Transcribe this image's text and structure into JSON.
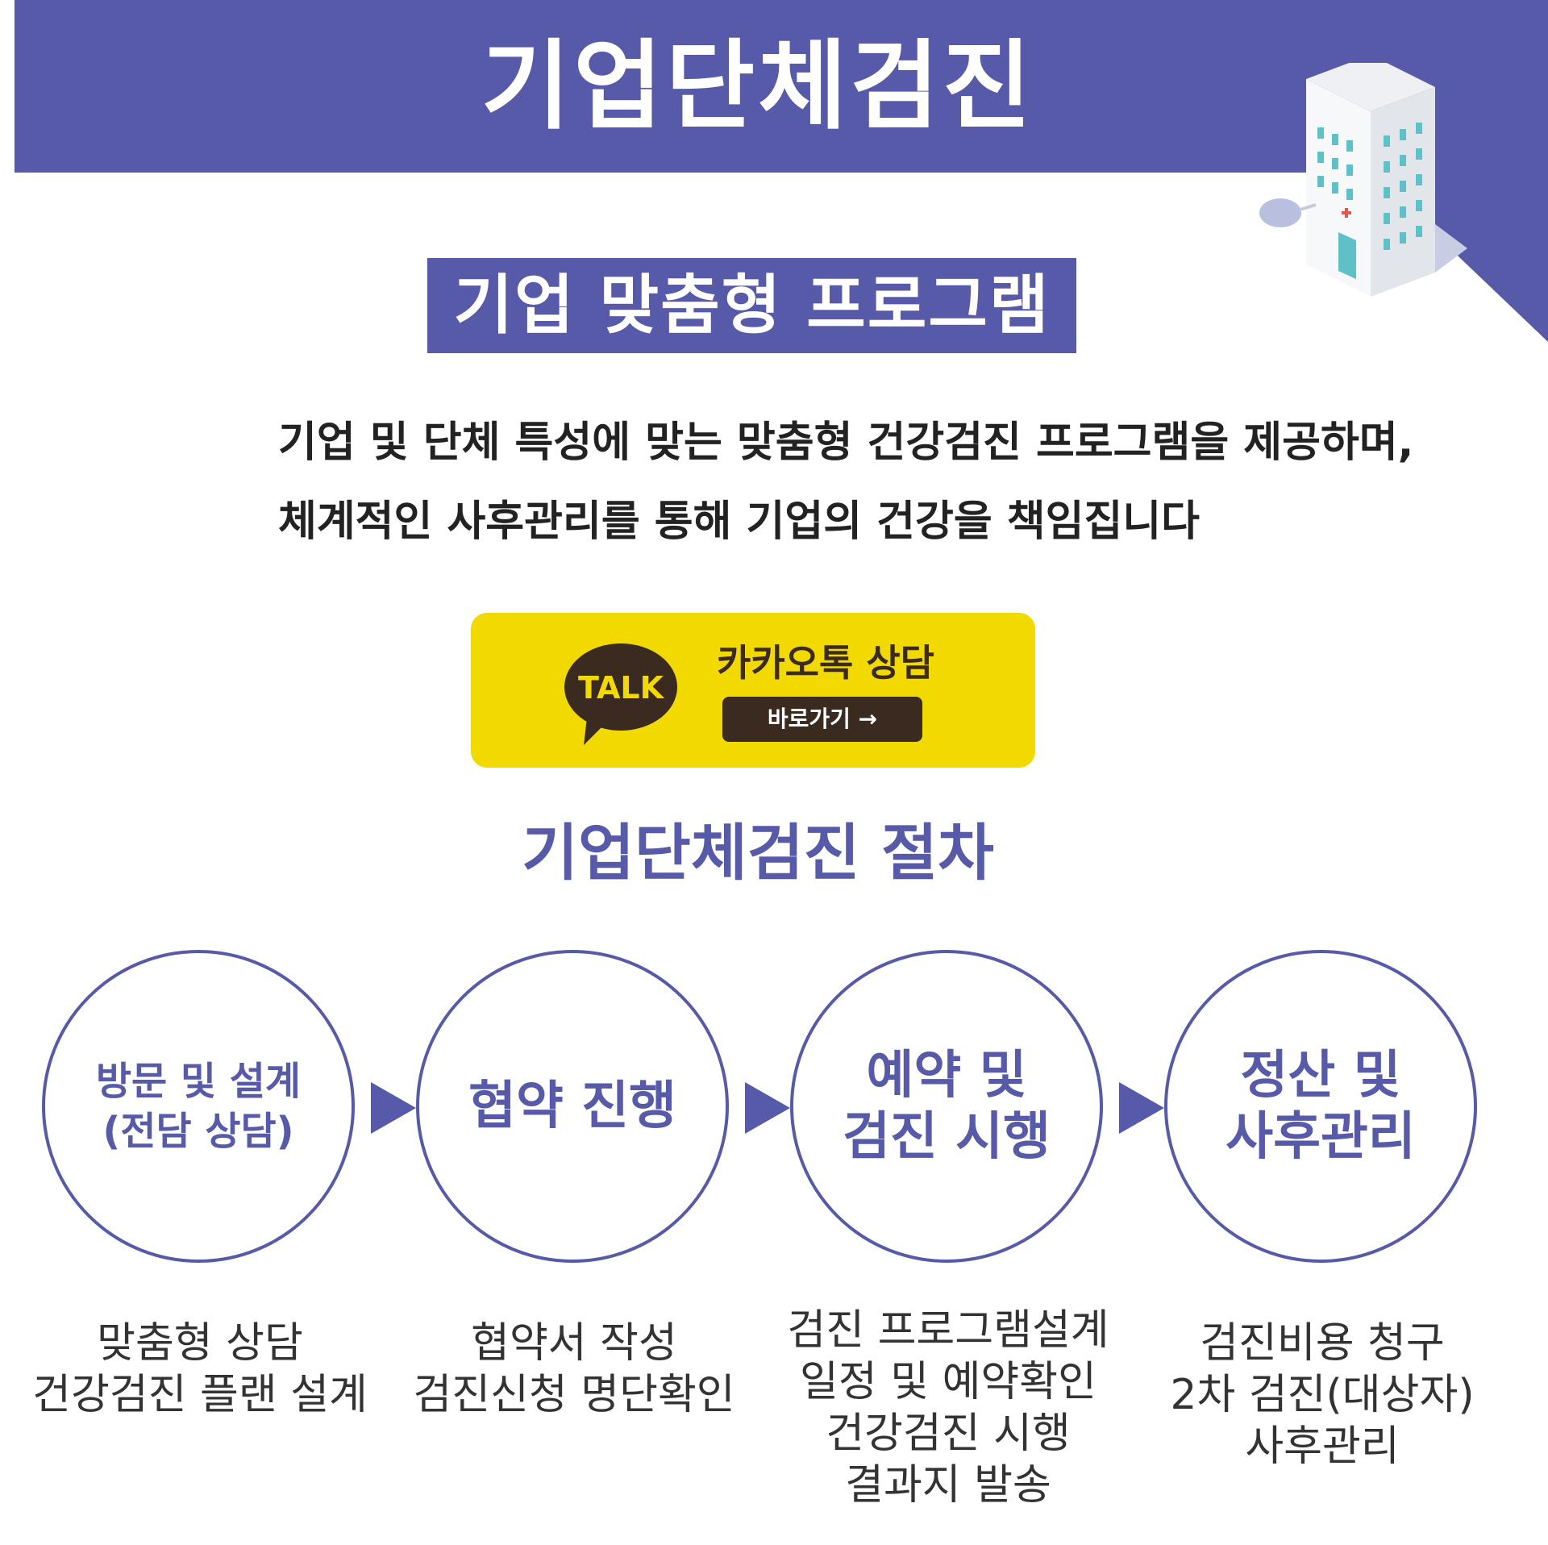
{
  "header": {
    "title": "기업단체검진"
  },
  "program": {
    "title": "기업 맞춤형 프로그램",
    "description_lines": [
      "기업 및 단체 특성에 맞는 맞춤형 건강검진 프로그램을 제공하며,",
      "체계적인 사후관리를 통해 기업의 건강을 책임집니다"
    ]
  },
  "kakao": {
    "icon_text": "TALK",
    "label": "카카오톡 상담",
    "button_label": "바로가기 →"
  },
  "procedure": {
    "title": "기업단체검진 절차",
    "steps": [
      {
        "title_lines": [
          "방문 및 설계",
          "(전담 상담)"
        ],
        "desc_lines": [
          "맞춤형 상담",
          "건강검진 플랜 설계"
        ]
      },
      {
        "title_lines": [
          "협약 진행"
        ],
        "desc_lines": [
          "협약서 작성",
          "검진신청 명단확인"
        ]
      },
      {
        "title_lines": [
          "예약 및",
          "검진 시행"
        ],
        "desc_lines": [
          "검진 프로그램설계",
          "일정 및 예약확인",
          "건강검진 시행",
          "결과지 발송"
        ]
      },
      {
        "title_lines": [
          "정산 및",
          "사후관리"
        ],
        "desc_lines": [
          "검진비용 청구",
          "2차 검진(대상자)",
          "사후관리"
        ]
      }
    ]
  },
  "colors": {
    "accent": "#565aa9",
    "kakao_yellow": "#f2d900",
    "kakao_brown": "#3b2a20",
    "text_dark": "#222222"
  },
  "icons": [
    "building-icon",
    "talk-bubble-icon",
    "right-arrow-icon"
  ]
}
